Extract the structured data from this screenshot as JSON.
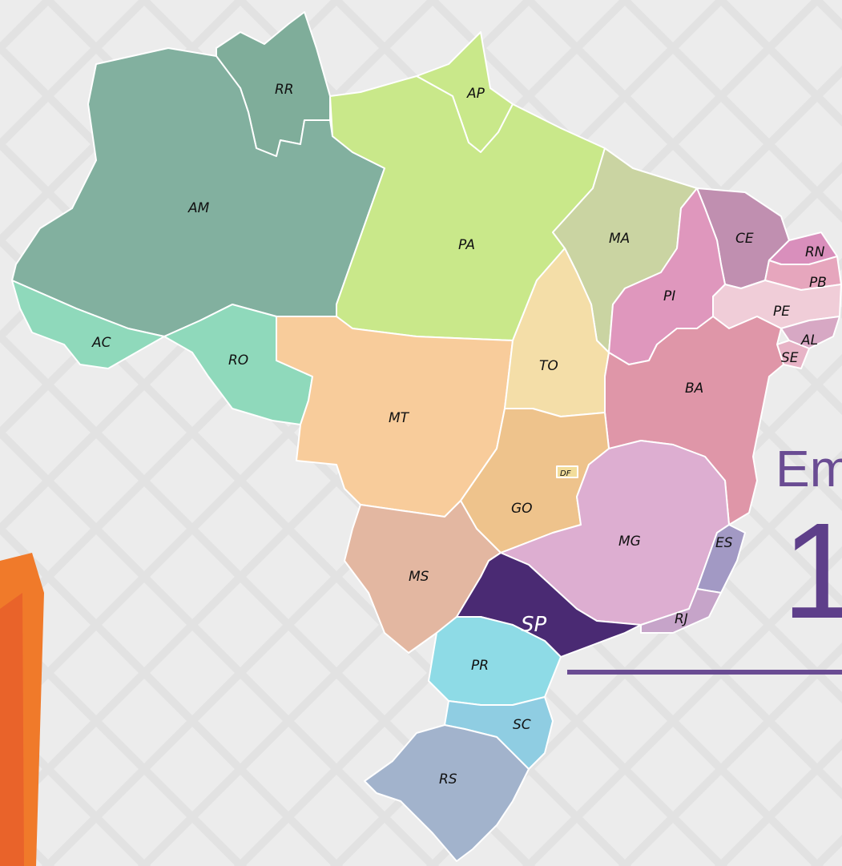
{
  "map": {
    "highlight_color": "#4a2a73",
    "highlighted_state": "SP",
    "states": [
      {
        "code": "RR",
        "color": "#7fad9a"
      },
      {
        "code": "AP",
        "color": "#c9e88a"
      },
      {
        "code": "AM",
        "color": "#82b09f"
      },
      {
        "code": "PA",
        "color": "#c9e88a"
      },
      {
        "code": "MA",
        "color": "#cad4a2"
      },
      {
        "code": "CE",
        "color": "#c08fb0"
      },
      {
        "code": "RN",
        "color": "#d98fbc"
      },
      {
        "code": "PB",
        "color": "#e6a6bd"
      },
      {
        "code": "PE",
        "color": "#f0cdd8"
      },
      {
        "code": "AL",
        "color": "#d7a8c4"
      },
      {
        "code": "SE",
        "color": "#e7b3c6"
      },
      {
        "code": "PI",
        "color": "#df97bd"
      },
      {
        "code": "AC",
        "color": "#8fd9bb"
      },
      {
        "code": "RO",
        "color": "#8fd9bb"
      },
      {
        "code": "MT",
        "color": "#f8cc9b"
      },
      {
        "code": "TO",
        "color": "#f4dea8"
      },
      {
        "code": "BA",
        "color": "#df96a8"
      },
      {
        "code": "GO",
        "color": "#eec38c"
      },
      {
        "code": "DF",
        "color": "#f2dd9a"
      },
      {
        "code": "MG",
        "color": "#ddaed1"
      },
      {
        "code": "ES",
        "color": "#a299c4"
      },
      {
        "code": "MS",
        "color": "#e3b7a1"
      },
      {
        "code": "SP",
        "color": "#4a2a73"
      },
      {
        "code": "RJ",
        "color": "#c6a4c9"
      },
      {
        "code": "PR",
        "color": "#8edbe6"
      },
      {
        "code": "SC",
        "color": "#8fcde2"
      },
      {
        "code": "RS",
        "color": "#a2b3cc"
      }
    ]
  },
  "side": {
    "title": "Em",
    "number": "1",
    "accent_color": "#6a4c93"
  }
}
